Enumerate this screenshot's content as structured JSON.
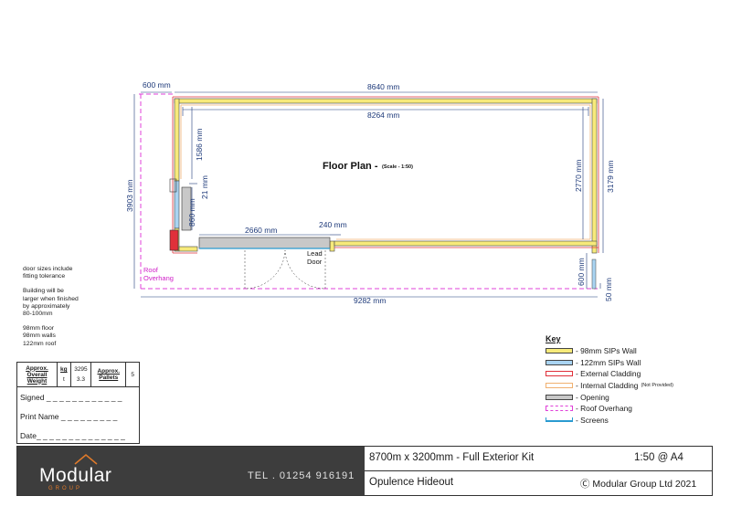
{
  "plan": {
    "title": "Floor Plan -",
    "scale": "(Scale - 1:50)",
    "dims": {
      "overhang_top": "600 mm",
      "outer_width": "8640 mm",
      "inner_width": "8264 mm",
      "left_upper": "1586 mm",
      "small_return": "21 mm",
      "opening_height": "860 mm",
      "door_width": "2660 mm",
      "post_width": "240 mm",
      "inner_depth": "2770 mm",
      "outer_depth": "3179 mm",
      "overall_depth": "3903 mm",
      "overhang_front": "600 mm",
      "screen_offset": "50 mm",
      "overall_width": "9282 mm"
    },
    "lead_door": "Lead\nDoor",
    "roof_overhang": "Roof\nOverhang"
  },
  "notes": [
    "door sizes include\nfitting tolerance",
    "Building will be\nlarger when finished\nby approximately\n80-100mm",
    "98mm floor\n98mm walls\n122mm roof"
  ],
  "key": {
    "title": "Key",
    "items": [
      {
        "label": "- 98mm SIPs Wall",
        "swatch": "sips98"
      },
      {
        "label": "- 122mm SIPs Wall",
        "swatch": "sips122"
      },
      {
        "label": "- External Cladding",
        "swatch": "ext"
      },
      {
        "label": "- Internal Cladding",
        "note": "(Not Provided)",
        "swatch": "int"
      },
      {
        "label": "- Opening",
        "swatch": "opening"
      },
      {
        "label": "- Roof Overhang",
        "swatch": "overhang"
      },
      {
        "label": "- Screens",
        "swatch": "screens"
      }
    ]
  },
  "weights": {
    "approx_weight_label": "Approx. Overall Weight",
    "kg_label": "kg",
    "kg_value": "3295",
    "t_label": "t",
    "t_value": "3.3",
    "pallets_label": "Approx. Pallets",
    "pallets_value": "5",
    "signed": "Signed _ _ _ _ _ _ _ _ _ _ _ _",
    "print_name": "Print Name _ _ _ _ _ _ _ _ _",
    "date": "Date_ _ _ _ _ _ _ _ _ _ _ _ _ _"
  },
  "title_block": {
    "logo": "Modular",
    "logo_sub": "GROUP",
    "tel": "TEL . 01254 916191",
    "product": "8700m x 3200mm - Full Exterior Kit",
    "scale": "1:50 @ A4",
    "name": "Opulence Hideout",
    "copyright": "Ⓒ Modular Group Ltd 2021"
  },
  "colors": {
    "sips98": "#f7ea7a",
    "sips122": "#a9d4f2",
    "cladding": "#e0303a",
    "internal": "#f0b070",
    "opening": "#c8c8c8",
    "overhang": "#e040d8",
    "dim": "#1e3a7a"
  }
}
